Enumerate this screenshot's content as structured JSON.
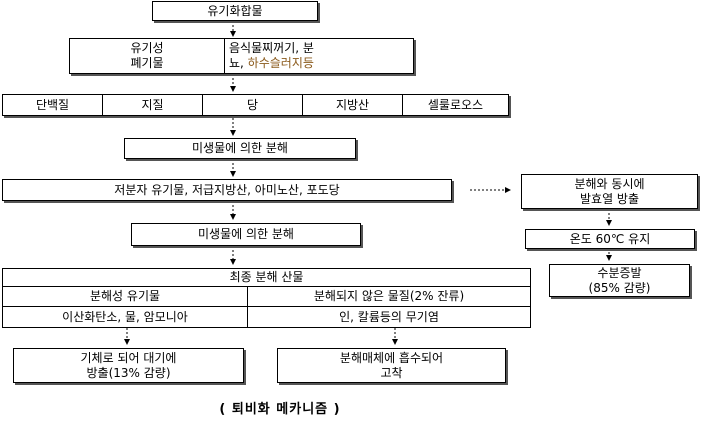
{
  "nodes": {
    "organic_compound": "유기화합물",
    "organic_waste_left_1": "유기성",
    "organic_waste_left_2": "폐기물",
    "organic_waste_right_1": "음식물찌꺼기, 분",
    "organic_waste_right_2a": "뇨, ",
    "organic_waste_right_2b": "하수슬러지등",
    "components": [
      "단백질",
      "지질",
      "당",
      "지방산",
      "셀룰로오스"
    ],
    "microbe_decomp_1": "미생물에 의한 분해",
    "low_molecular": "저분자 유기물, 저급지방산, 아미노산, 포도당",
    "microbe_decomp_2": "미생물에 의한 분해",
    "heat_release_1": "분해와 동시에",
    "heat_release_2": "발효열 방출",
    "temperature": "온도 60℃ 유지",
    "evaporation_1": "수분증발",
    "evaporation_2": "(85% 감량)",
    "final_products_header": "최종 분해 산물",
    "degradable_organic": "분해성 유기물",
    "non_degradable": "분해되지 않은 물질(2% 잔류)",
    "degradable_products": "이산화탄소, 물, 암모니아",
    "inorganic_salts": "인, 칼륨등의 무기염",
    "atmosphere_1": "기체로 되어 대기에",
    "atmosphere_2": "방출(13% 감량)",
    "fixed_1": "분해매체에 흡수되어",
    "fixed_2": "고착"
  },
  "caption": "( 퇴비화 메카니즘 )"
}
